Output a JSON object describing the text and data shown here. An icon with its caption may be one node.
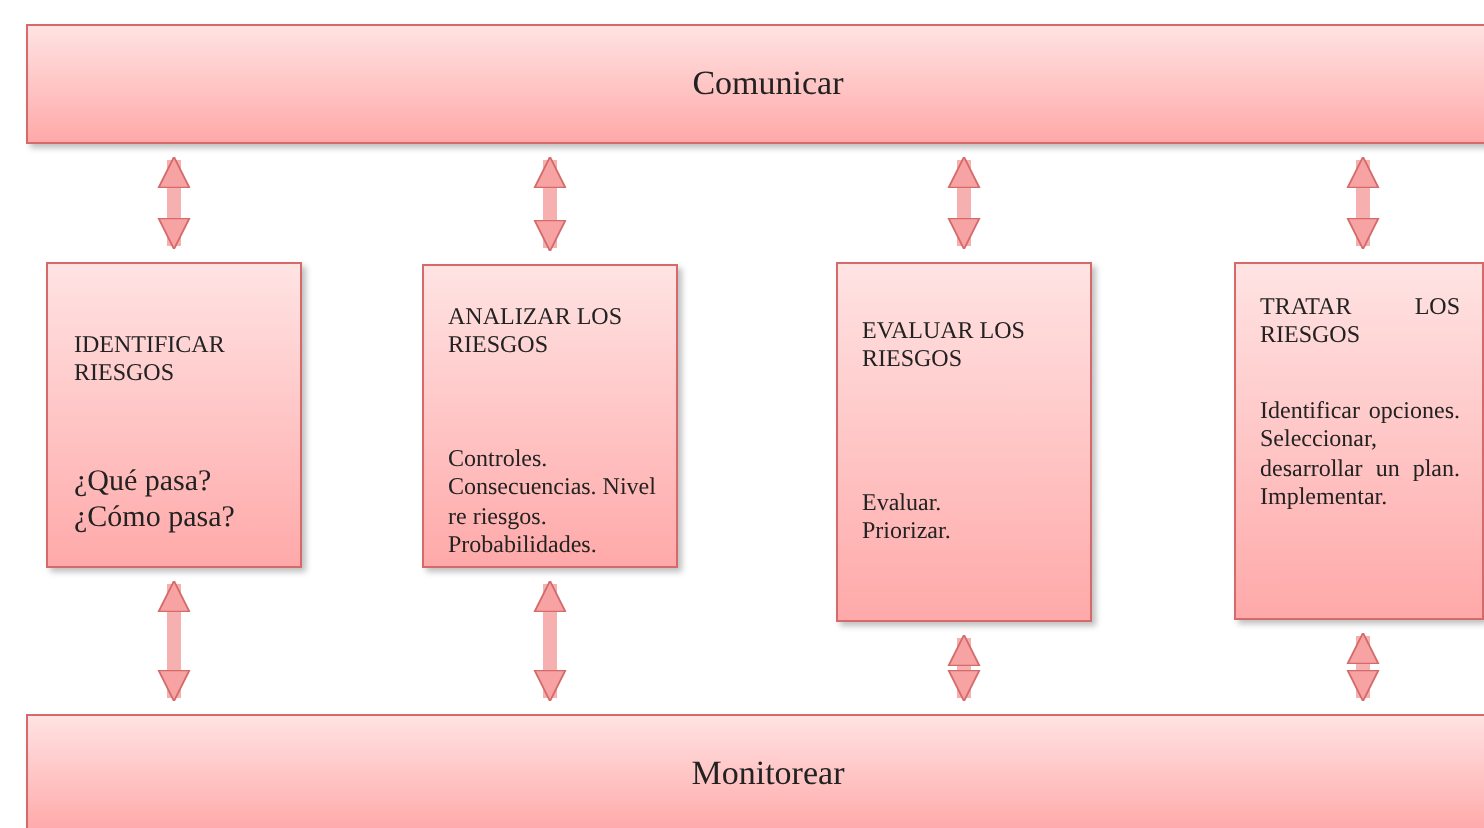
{
  "diagram": {
    "nodes": [
      {
        "text": [
          "Comunicar"
        ]
      },
      {
        "text": [
          "IDENTIFICAR RIESGOS",
          "¿Qué pasa? ¿Cómo pasa?"
        ]
      },
      {
        "text": [
          "ANALIZAR LOS RIESGOS",
          "Controles. Consecuencias. Nivel re riesgos. Probabilidades."
        ]
      },
      {
        "text": [
          "EVALUAR LOS RIESGOS",
          "Evaluar. Priorizar."
        ]
      },
      {
        "text": [
          "TRATAR LOS RIESGOS",
          "Identificar opciones. Seleccionar, desarrollar un plan. Implementar."
        ]
      },
      {
        "text": [
          "Monitorear"
        ]
      }
    ],
    "edges": [
      {
        "from": 0,
        "to": 1,
        "arrow": "both"
      },
      {
        "from": 0,
        "to": 2,
        "arrow": "both"
      },
      {
        "from": 0,
        "to": 3,
        "arrow": "both"
      },
      {
        "from": 0,
        "to": 4,
        "arrow": "both"
      },
      {
        "from": 1,
        "to": 5,
        "arrow": "both"
      },
      {
        "from": 2,
        "to": 5,
        "arrow": "both"
      },
      {
        "from": 3,
        "to": 5,
        "arrow": "both"
      },
      {
        "from": 4,
        "to": 5,
        "arrow": "both"
      }
    ]
  }
}
